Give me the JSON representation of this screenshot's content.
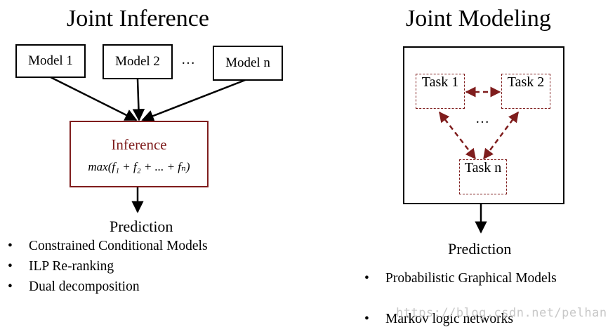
{
  "left": {
    "title": "Joint Inference",
    "models": [
      "Model 1",
      "Model 2",
      "Model n"
    ],
    "ellipsis": "…",
    "inference_label": "Inference",
    "formula": "max(f₁ + f₂ + ... + fₙ)",
    "prediction": "Prediction",
    "bullets": [
      "Constrained Conditional Models",
      "ILP Re-ranking",
      "Dual decomposition"
    ]
  },
  "right": {
    "title": "Joint Modeling",
    "tasks": [
      "Task 1",
      "Task 2",
      "Task n"
    ],
    "ellipsis": "…",
    "prediction": "Prediction",
    "bullets": [
      "Probabilistic Graphical Models",
      "Markov logic networks"
    ]
  },
  "watermark": "https://blog.csdn.net/pelhans",
  "bullet_symbol": "•",
  "colors": {
    "accent_dark_red": "#7f1d1d",
    "text": "#000000",
    "background": "#ffffff"
  }
}
